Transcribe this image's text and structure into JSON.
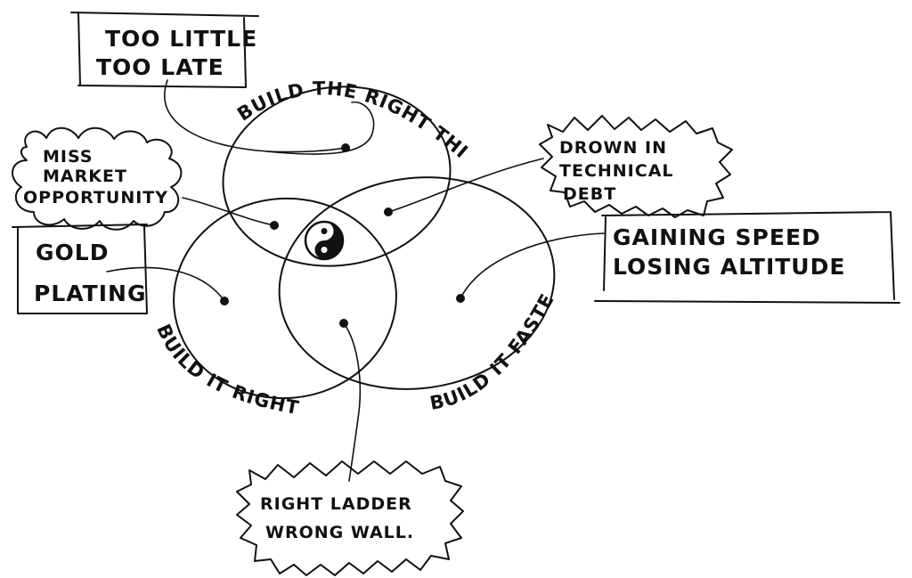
{
  "circles": {
    "top": "BUILD THE RIGHT THING",
    "left": "BUILD IT RIGHT",
    "right": "BUILD IT FASTER"
  },
  "callouts": {
    "too_little": [
      "TOO LITTLE",
      "TOO LATE"
    ],
    "miss_market": [
      "MISS",
      "MARKET",
      "OPPORTUNITY"
    ],
    "gold_plating": [
      "GOLD",
      "PLATING"
    ],
    "technical_debt": [
      "DROWN IN",
      "TECHNICAL",
      "DEBT"
    ],
    "gaining_speed": [
      "GAINING SPEED",
      "LOSING ALTITUDE"
    ],
    "wrong_wall": [
      "RIGHT LADDER",
      "WRONG WALL."
    ]
  },
  "center_icon": "yin-yang-icon"
}
